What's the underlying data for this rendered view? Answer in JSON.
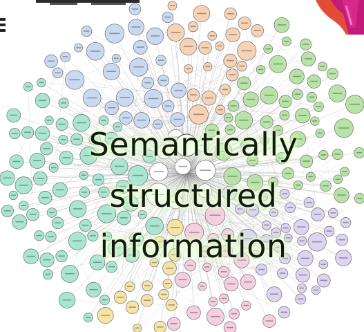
{
  "slide": {
    "line1": "Semantically",
    "line2": "structured",
    "line3": "information"
  },
  "palette": {
    "cluster_colors": [
      "#a8e6d2",
      "#b7e4a6",
      "#c9d9f2",
      "#f5cfe0",
      "#f6e3a6",
      "#f7d2b5",
      "#dcd4f0",
      "#ffffff"
    ],
    "node_stroke": "#6d6d6d",
    "edge_color": "#8a8a8a",
    "text_color": "#141a12",
    "glow_color": "#d9ffc4",
    "corner_figure": [
      "#c21c7a",
      "#e03a22"
    ]
  }
}
